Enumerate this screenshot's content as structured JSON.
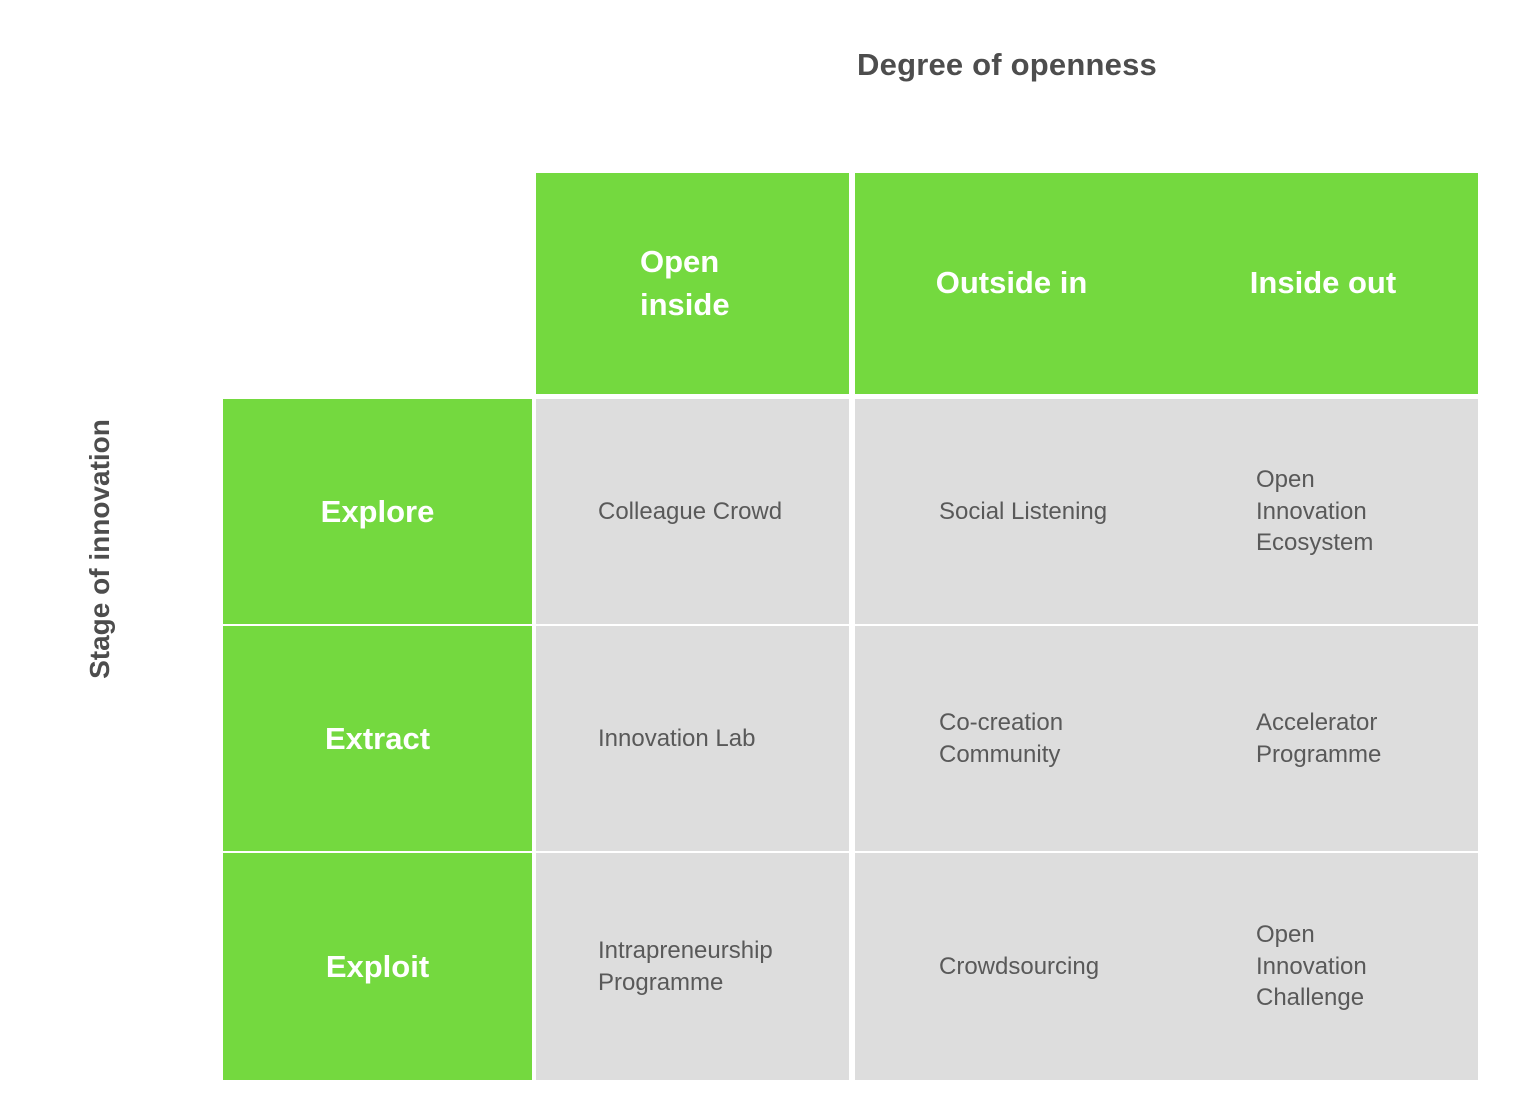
{
  "axes": {
    "top_title": "Degree of openness",
    "left_title": "Stage of innovation"
  },
  "colors": {
    "green": "#74d93f",
    "grey_cell": "#dddddd",
    "header_text": "#ffffff",
    "cell_text": "#595959",
    "axis_title_text": "#4d4d4d",
    "background": "#ffffff"
  },
  "chart_data": {
    "type": "table",
    "title": "Degree of openness",
    "xlabel": "Degree of openness",
    "ylabel": "Stage of innovation",
    "columns": [
      "Open inside",
      "Outside in",
      "Inside out"
    ],
    "rows": [
      "Explore",
      "Extract",
      "Exploit"
    ],
    "cells": [
      [
        "Colleague Crowd",
        "Social Listening",
        "Open Innovation Ecosystem"
      ],
      [
        "Innovation Lab",
        "Co-creation Community",
        "Accelerator Programme"
      ],
      [
        "Intrapreneurship Programme",
        "Crowdsourcing",
        "Open Innovation Challenge"
      ]
    ]
  },
  "matrix": {
    "col_headers": [
      {
        "label": "Open\ninside"
      },
      {
        "label": "Outside in"
      },
      {
        "label": "Inside out"
      }
    ],
    "row_headers": [
      {
        "label": "Explore"
      },
      {
        "label": "Extract"
      },
      {
        "label": "Exploit"
      }
    ],
    "body": [
      [
        {
          "label": "Colleague Crowd"
        },
        {
          "label": "Social Listening"
        },
        {
          "label": "Open\nInnovation\nEcosystem"
        }
      ],
      [
        {
          "label": "Innovation Lab"
        },
        {
          "label": "Co-creation\nCommunity"
        },
        {
          "label": "Accelerator\nProgramme"
        }
      ],
      [
        {
          "label": "Intrapreneurship\nProgramme"
        },
        {
          "label": "Crowdsourcing"
        },
        {
          "label": "Open\nInnovation\nChallenge"
        }
      ]
    ]
  }
}
